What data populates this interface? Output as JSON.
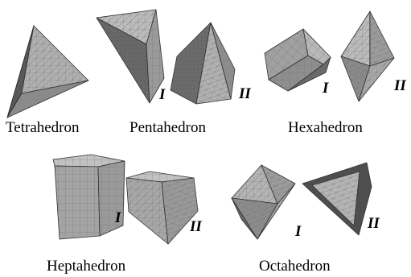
{
  "captions": {
    "tetrahedron": "Tetrahedron",
    "pentahedron": "Pentahedron",
    "hexahedron": "Hexahedron",
    "heptahedron": "Heptahedron",
    "octahedron": "Octahedron"
  },
  "variant_labels": {
    "one": "I",
    "two": "II"
  },
  "colors": {
    "face_light": "#b4b4b4",
    "face_mid": "#a2a2a2",
    "face_dark": "#7a7a7a",
    "face_shadow": "#555555",
    "mesh_line": "#6e6e6e"
  }
}
